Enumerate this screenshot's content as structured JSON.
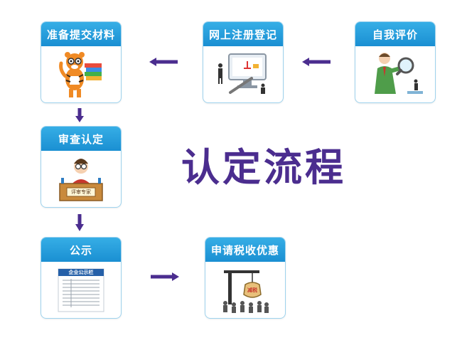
{
  "title": "认定流程",
  "steps": {
    "materials": {
      "label": "准备提交材料",
      "icon": "tiger-with-books-icon"
    },
    "register": {
      "label": "网上注册登记",
      "icon": "computer-registration-icon"
    },
    "self_eval": {
      "label": "自我评价",
      "icon": "magnifying-glass-man-icon"
    },
    "review": {
      "label": "审查认定",
      "icon": "expert-desk-icon"
    },
    "review_sign": "评审专家",
    "publicity": {
      "label": "公示",
      "icon": "public-notice-document-icon"
    },
    "publicity_doc": "企业公示栏",
    "tax": {
      "label": "申请税收优惠",
      "icon": "tax-reduction-crowd-icon"
    },
    "tax_sign": "减税"
  },
  "colors": {
    "accent_blue": "#1a8fd2",
    "border_blue": "#9fd3ee",
    "arrow_purple": "#4b2d8f",
    "title_purple": "#4b2d8f"
  }
}
